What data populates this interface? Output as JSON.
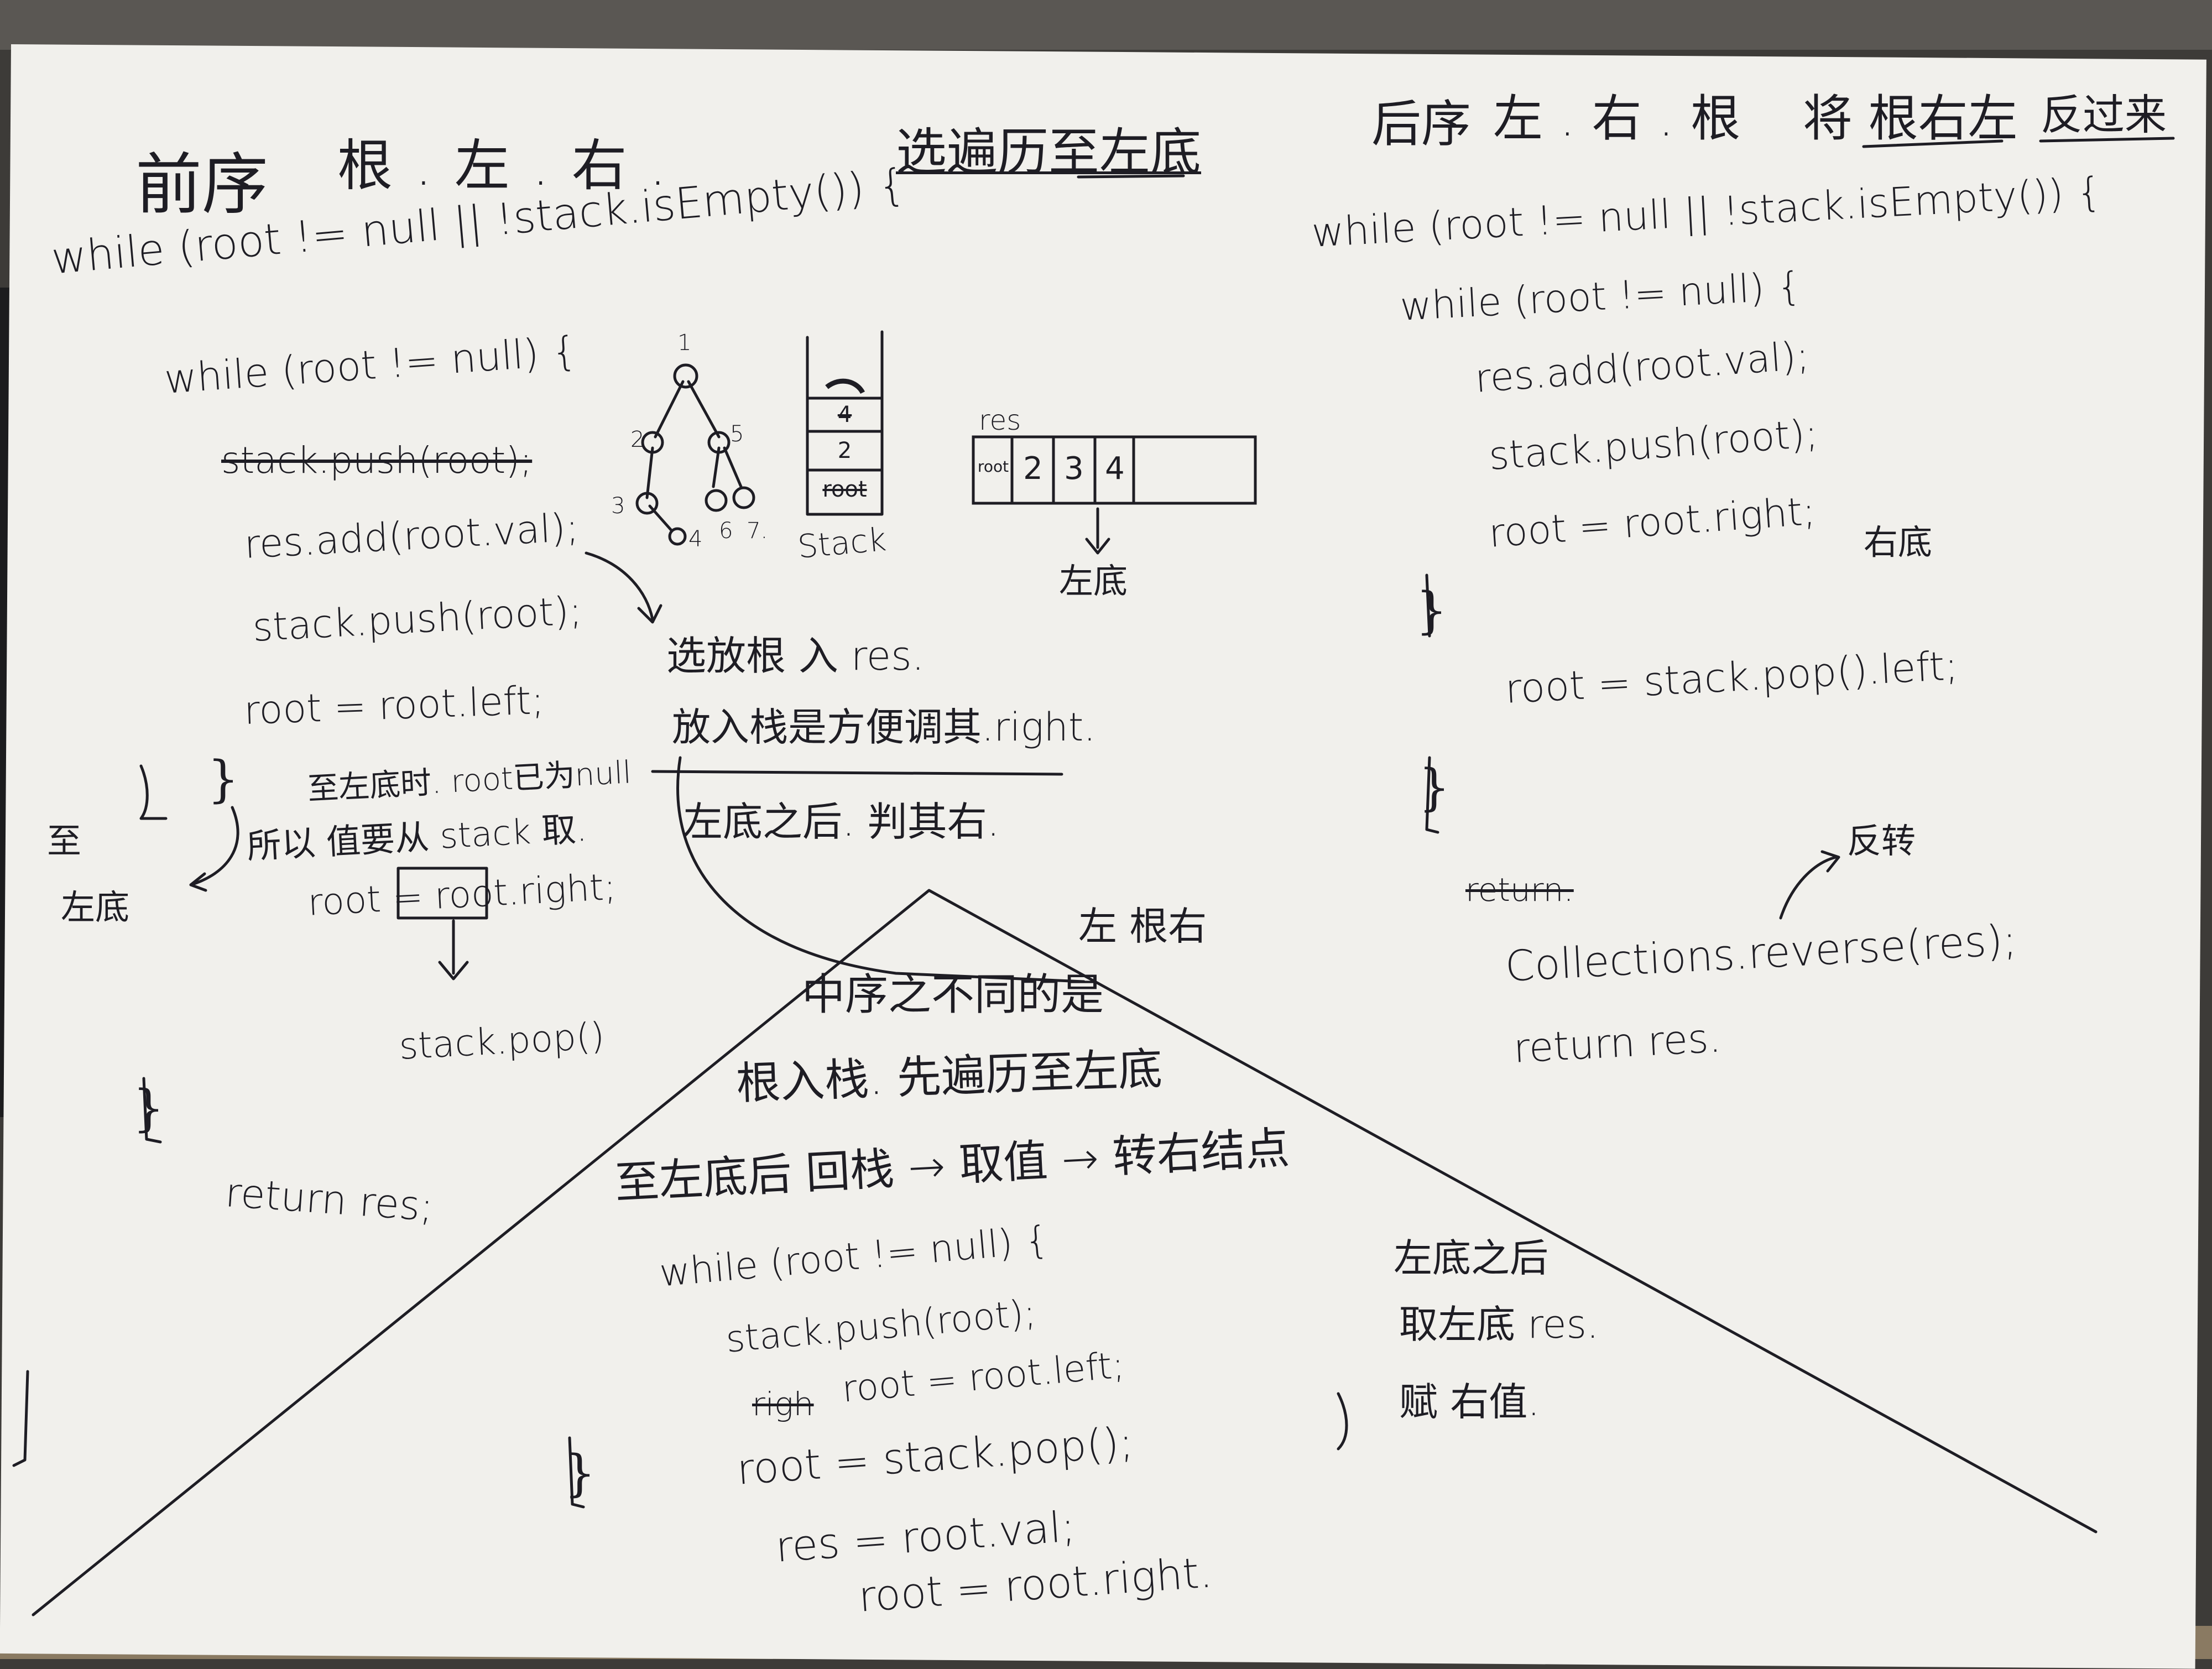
{
  "left": {
    "title": "前序",
    "order": "根.左.右.",
    "code": [
      "while (root != null || !stack.isEmpty()) {",
      "while (root != null) {",
      "stack.push(root);",
      "res.add(root.val);",
      "stack.push(root);",
      "root = root.left;",
      "}",
      "至左底时. root已为null",
      "所以 值要从 stack 取.",
      "root = root.right;",
      "stack.pop()",
      "}",
      "return res;"
    ],
    "side_note": [
      "至",
      "左底"
    ]
  },
  "middle": {
    "heading": "选遍历至左底",
    "tree": {
      "nodes": [
        "1",
        "2",
        "5",
        "3",
        "4",
        "6",
        "7."
      ]
    },
    "stack": {
      "label": "Stack",
      "cells": [
        "",
        "4",
        "2",
        "root"
      ]
    },
    "res_array": {
      "label": "res",
      "cells": [
        "root",
        "2",
        "3",
        "4"
      ],
      "arrow_label": "左底"
    },
    "notes": [
      "选放根 入 res.",
      "放入栈是方便调其.right.",
      "左底之后. 判其右."
    ]
  },
  "right": {
    "title": "后序",
    "order": "左.右.根",
    "flip_note": "将 根右左",
    "flip_note2": "反过来",
    "code": [
      "while (root != null || !stack.isEmpty()) {",
      "while (root != null) {",
      "res.add(root.val);",
      "stack.push(root);",
      "root = root.right;",
      "}",
      "root = stack.pop().left;",
      "}",
      "return.",
      "Collections.reverse(res);",
      "return res."
    ],
    "right_bottom": "右底",
    "reverse_note": "反转"
  },
  "bottom": {
    "order": "左 根右",
    "lines": [
      "中序之不同的是",
      "根入栈. 先遍历至左底",
      "至左底后 回栈 → 取值 → 转右结点",
      "while (root != null) {",
      "stack.push(root);",
      "righ",
      "root = root.left;",
      "}",
      "root = stack.pop();",
      "res = root.val;",
      "root = root.right."
    ],
    "notes": [
      "左底之后",
      "取左底 res.",
      "赋 右值."
    ]
  },
  "ink_color": "#1e1d24",
  "paper_color": "#f1f0ec"
}
